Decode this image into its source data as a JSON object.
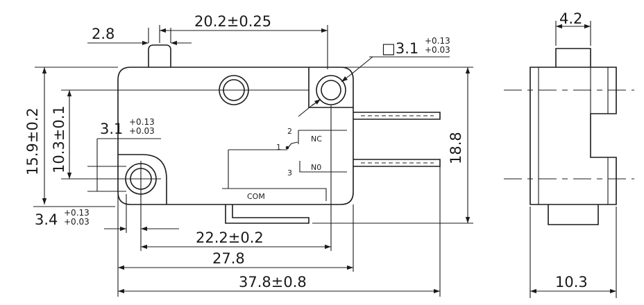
{
  "dims": {
    "lever_width": "2.8",
    "lever_offset": "20.2±0.25",
    "mount_hole_square": "□3.1",
    "tol_upper": "+0.13",
    "tol_lower": "+0.03",
    "hole_dia": "3.1",
    "hole_height": "3.4",
    "height_total": "15.9±0.2",
    "hole_spacing_v": "10.3±0.1",
    "hole_spacing_h": "22.2±0.2",
    "body_length": "27.8",
    "overall_length": "37.8±0.8",
    "terminal_height": "18.8",
    "side_top_width": "4.2",
    "side_width": "10.3"
  },
  "terminals": {
    "nc": "NC",
    "no": "N0",
    "com": "COM",
    "pin1": "1",
    "pin2": "2",
    "pin3": "3"
  }
}
